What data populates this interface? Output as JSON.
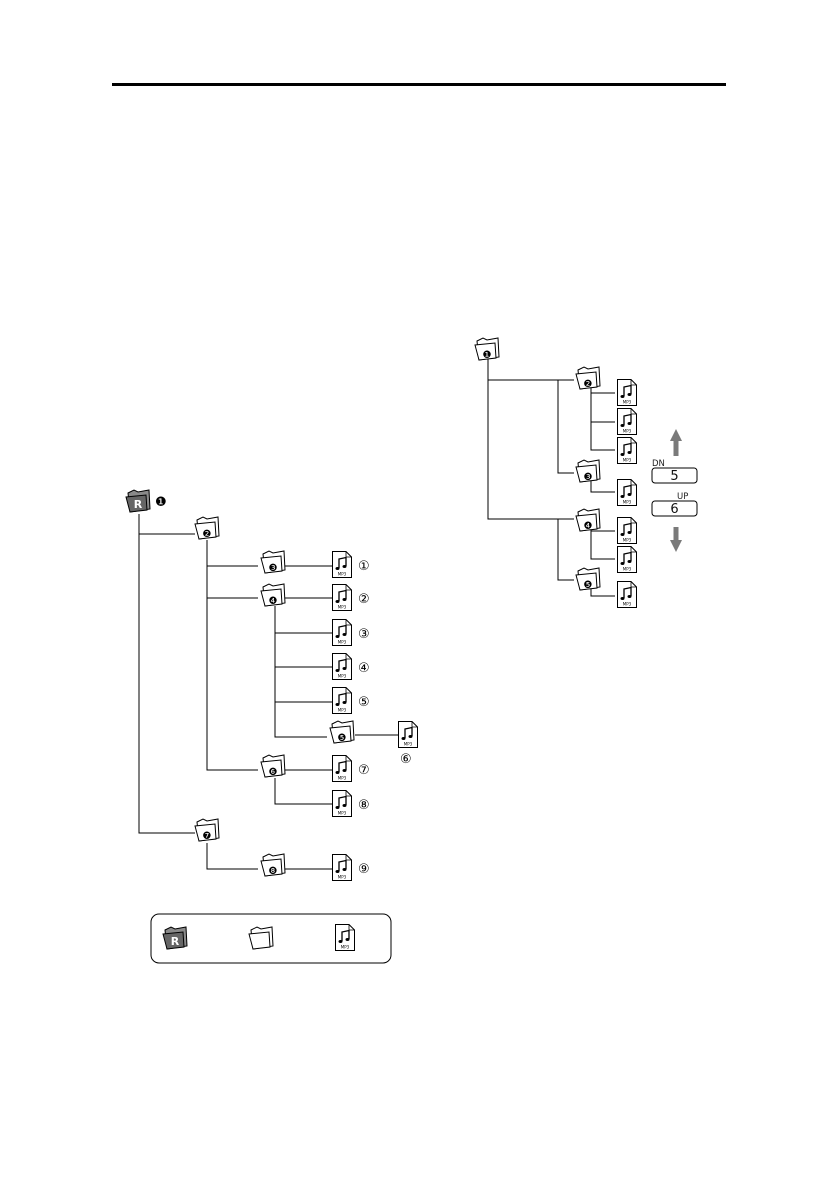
{
  "tree_left": {
    "root": {
      "badge": "R",
      "number": "❶"
    },
    "folders": [
      {
        "id": "f2",
        "number": "❷"
      },
      {
        "id": "f3",
        "number": "❸"
      },
      {
        "id": "f4",
        "number": "❹"
      },
      {
        "id": "f5",
        "number": "❺"
      },
      {
        "id": "f6",
        "number": "❻"
      },
      {
        "id": "f7",
        "number": "❼"
      },
      {
        "id": "f8",
        "number": "❽"
      }
    ],
    "files": [
      {
        "id": "t1",
        "number": "①",
        "type": "MP3"
      },
      {
        "id": "t2",
        "number": "②",
        "type": "MP3"
      },
      {
        "id": "t3",
        "number": "③",
        "type": "MP3"
      },
      {
        "id": "t4",
        "number": "④",
        "type": "MP3"
      },
      {
        "id": "t5",
        "number": "⑤",
        "type": "MP3"
      },
      {
        "id": "t6",
        "number": "⑥",
        "type": "MP3"
      },
      {
        "id": "t7",
        "number": "⑦",
        "type": "MP3"
      },
      {
        "id": "t8",
        "number": "⑧",
        "type": "MP3"
      },
      {
        "id": "t9",
        "number": "⑨",
        "type": "MP3"
      }
    ]
  },
  "legend": {
    "root_badge": "R",
    "file_type": "MP3",
    "icons": [
      "root-folder-icon",
      "folder-icon",
      "mp3-file-icon"
    ]
  },
  "tree_right": {
    "folders": [
      {
        "id": "r1",
        "number": "❶"
      },
      {
        "id": "r2",
        "number": "❷"
      },
      {
        "id": "r3",
        "number": "❸"
      },
      {
        "id": "r4",
        "number": "❹"
      },
      {
        "id": "r5",
        "number": "❺"
      }
    ],
    "file_type": "MP3"
  },
  "buttons": {
    "dn_label": "DN",
    "dn_key": "5",
    "up_label": "UP",
    "up_key": "6",
    "arrow_up_icon": "arrow-up-icon",
    "arrow_down_icon": "arrow-down-icon"
  },
  "colors": {
    "line": "#000000",
    "arrow": "#7a7a7a",
    "root_fill": "#666666"
  }
}
